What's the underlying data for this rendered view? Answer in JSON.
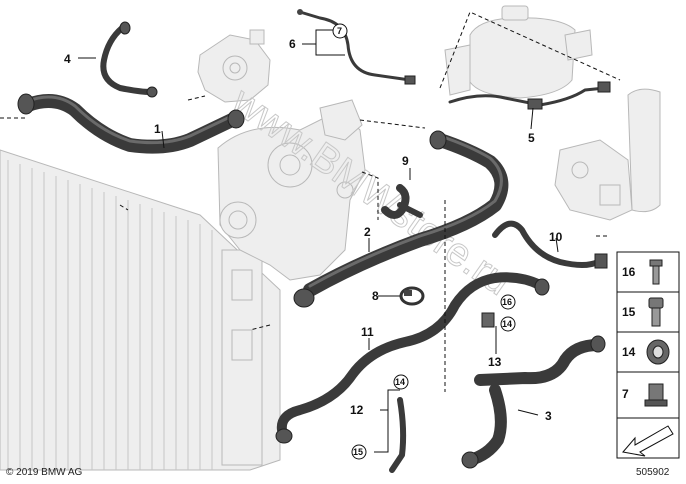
{
  "callouts": {
    "c1": "1",
    "c2": "2",
    "c3": "3",
    "c4": "4",
    "c5": "5",
    "c6": "6",
    "c7": "7",
    "c8": "8",
    "c9": "9",
    "c10": "10",
    "c11": "11",
    "c12": "12",
    "c13": "13",
    "circ_7": "7",
    "circ_16": "16",
    "circ_14a": "14",
    "circ_14b": "14",
    "circ_15": "15"
  },
  "panel": {
    "p16": "16",
    "p15": "15",
    "p14": "14",
    "p7": "7"
  },
  "watermark": "www.BMWstore.ru",
  "copyright": "© 2019 BMW AG",
  "diagram_id": "505902"
}
